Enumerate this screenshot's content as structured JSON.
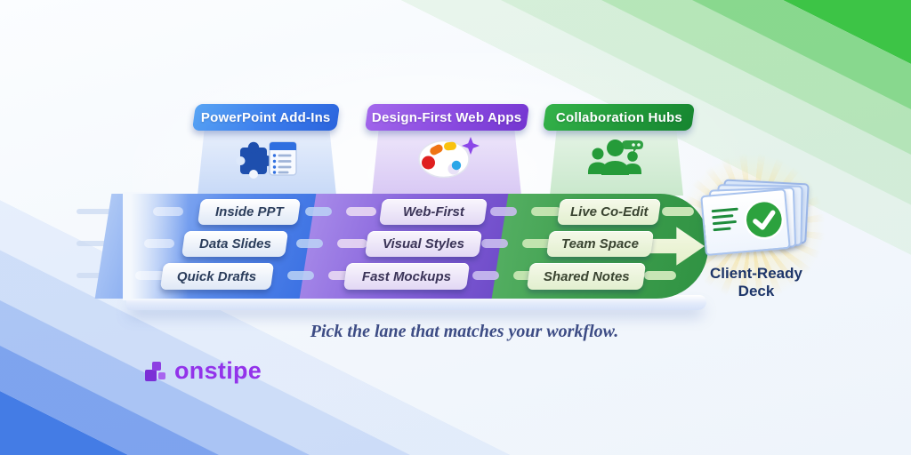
{
  "lanes": [
    {
      "header": "PowerPoint Add-Ins",
      "icon": "puzzle-addin-icon",
      "accent": "#2e6ee4",
      "pills": [
        "Inside PPT",
        "Data Slides",
        "Quick Drafts"
      ]
    },
    {
      "header": "Design-First Web Apps",
      "icon": "palette-icon",
      "accent": "#7a3fd4",
      "pills": [
        "Web-First",
        "Visual Styles",
        "Fast Mockups"
      ]
    },
    {
      "header": "Collaboration Hubs",
      "icon": "people-icon",
      "accent": "#1f9233",
      "pills": [
        "Live Co-Edit",
        "Team Space",
        "Shared Notes"
      ]
    }
  ],
  "result": {
    "icon": "deck-check-icon",
    "line1": "Client-Ready",
    "line2": "Deck"
  },
  "tagline": "Pick the lane that matches your workflow.",
  "brand": {
    "icon": "blocks-logo-icon",
    "name": "onstipe",
    "color": "#9333ea"
  },
  "colors": {
    "lane1_band": "#3e76e6",
    "lane2_band": "#7452cc",
    "lane3_band": "#3f9e4e",
    "check_badge": "#2ca23e",
    "corner_green": "#37c240",
    "corner_blue": "#3b75e4"
  }
}
